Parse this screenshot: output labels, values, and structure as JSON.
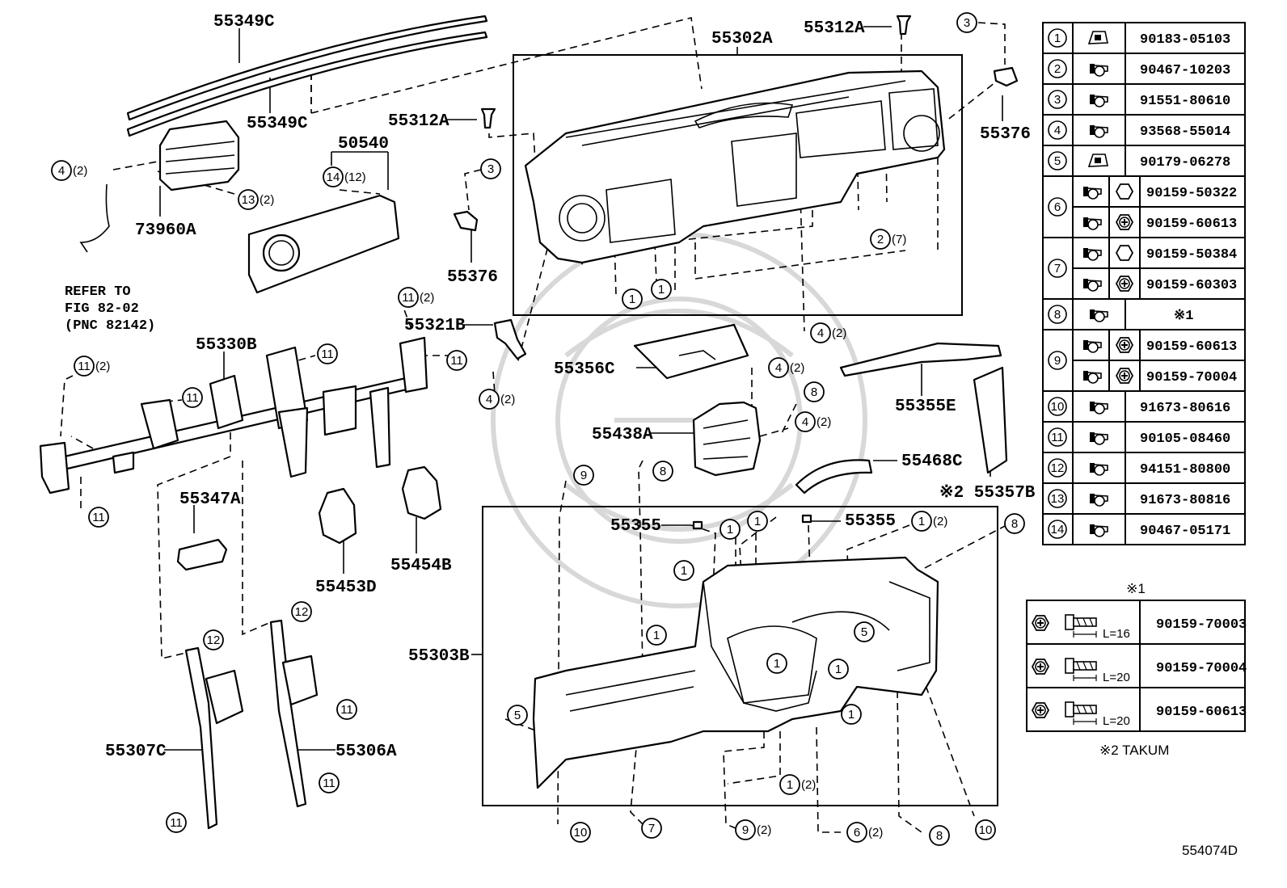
{
  "diagram": {
    "id": "554074D",
    "labels": {
      "p55349C_a": "55349C",
      "p55349C_b": "55349C",
      "p55302A": "55302A",
      "p55312A_a": "55312A",
      "p55312A_b": "55312A",
      "p55376_a": "55376",
      "p55376_b": "55376",
      "p50540": "50540",
      "p73960A": "73960A",
      "p55330B": "55330B",
      "p55321B": "55321B",
      "p55356C": "55356C",
      "p55355E": "55355E",
      "p55438A": "55438A",
      "p55468C": "55468C",
      "p55357B": "※2 55357B",
      "p55347A": "55347A",
      "p55453D": "55453D",
      "p55454B": "55454B",
      "p55355_a": "55355",
      "p55355_b": "55355",
      "p55303B": "55303B",
      "p55307C": "55307C",
      "p55306A": "55306A"
    },
    "refer": [
      "REFER TO",
      "FIG 82-02",
      "(PNC 82142)"
    ],
    "counts": {
      "c2": "(2)",
      "c7": "(7)",
      "c12": "(12)"
    }
  },
  "fastener_table": {
    "rows": [
      {
        "num": "1",
        "codes": [
          "90183-05103"
        ]
      },
      {
        "num": "2",
        "codes": [
          "90467-10203"
        ]
      },
      {
        "num": "3",
        "codes": [
          "91551-80610"
        ]
      },
      {
        "num": "4",
        "codes": [
          "93568-55014"
        ]
      },
      {
        "num": "5",
        "codes": [
          "90179-06278"
        ]
      },
      {
        "num": "6",
        "codes": [
          "90159-50322",
          "90159-60613"
        ]
      },
      {
        "num": "7",
        "codes": [
          "90159-50384",
          "90159-60303"
        ]
      },
      {
        "num": "8",
        "codes": [
          "※1"
        ]
      },
      {
        "num": "9",
        "codes": [
          "90159-60613",
          "90159-70004"
        ]
      },
      {
        "num": "10",
        "codes": [
          "91673-80616"
        ]
      },
      {
        "num": "11",
        "codes": [
          "90105-08460"
        ]
      },
      {
        "num": "12",
        "codes": [
          "94151-80800"
        ]
      },
      {
        "num": "13",
        "codes": [
          "91673-80816"
        ]
      },
      {
        "num": "14",
        "codes": [
          "90467-05171"
        ]
      }
    ]
  },
  "note1_table": {
    "title": "※1",
    "rows": [
      {
        "length": "L=16",
        "code": "90159-70003"
      },
      {
        "length": "L=20",
        "code": "90159-70004"
      },
      {
        "length": "L=20",
        "code": "90159-60613"
      }
    ]
  },
  "note2": "※2 TAKUM"
}
